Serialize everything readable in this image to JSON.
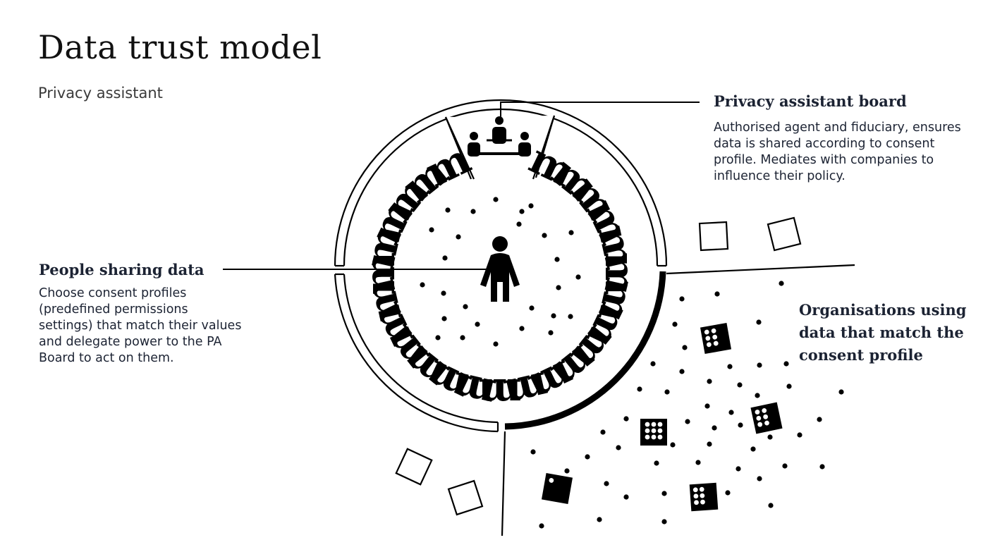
{
  "title": "Data trust model",
  "subtitle": "Privacy assistant",
  "labels": {
    "board": {
      "heading": "Privacy assistant board",
      "text": "Authorised agent and fiduciary, ensures data is shared according to consent profile. Mediates with companies to influence their policy."
    },
    "people": {
      "heading": "People sharing data",
      "text": "Choose consent profiles (predefined permissions settings) that match their values and delegate power to the PA Board to act on them."
    },
    "orgs": {
      "heading": "Organisations using data that match the consent profile"
    }
  },
  "ring_glyph": "m",
  "colors": {
    "ink": "#000000",
    "text": "#1c2333",
    "background": "#ffffff"
  }
}
